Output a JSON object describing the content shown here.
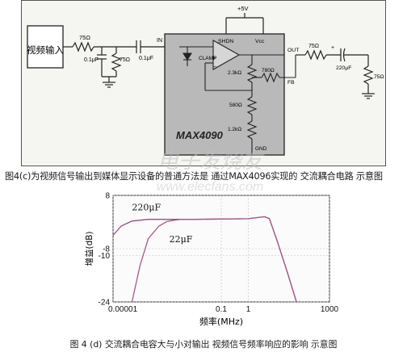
{
  "circuit": {
    "source_label": "视频输入",
    "r_in": "75Ω",
    "c_in": "0.1μF",
    "r_shunt": "75Ω",
    "c_couple": "0.1μF",
    "pin_in": "IN",
    "pin_shdn": "SHDN",
    "pin_vcc": "Vcc",
    "supply": "+5V",
    "pin_clamp": "CLAMP",
    "r1": "2.3kΩ",
    "r2": "580Ω",
    "r3": "1.2kΩ",
    "r_fb": "780Ω",
    "pin_out": "OUT",
    "pin_fb": "FB",
    "pin_gnd": "GND",
    "chip": "MAX4090",
    "r_out": "75Ω",
    "c_out": "220μF",
    "r_load": "75Ω"
  },
  "captions": {
    "fig_c": "图4(c)为视频信号输出到媒体显示设备的普通方法是 通过MAX4096实现的 交流耦合电路 示意图",
    "fig_d": "图 4 (d) 交流耦合电容大与小对输出 视频信号频率响应的影响 示意图"
  },
  "watermark": {
    "cn": "电子发烧友",
    "url": "www.elecfans.com"
  },
  "chart_data": {
    "type": "line",
    "xlabel": "频率(MHz)",
    "ylabel": "增益(dB)",
    "xscale": "log",
    "xlim": [
      1e-05,
      1000
    ],
    "ylim": [
      -24,
      8
    ],
    "x_ticks": [
      {
        "value": 1e-05,
        "label": "0.00001"
      },
      {
        "value": 0.1,
        "label": "0.1"
      },
      {
        "value": 1,
        "label": "1"
      },
      {
        "value": 1000,
        "label": "1000"
      }
    ],
    "y_ticks": [
      {
        "value": 8,
        "label": "8"
      },
      {
        "value": -8,
        "label": "-8"
      },
      {
        "value": -10,
        "label": "-10"
      },
      {
        "value": -24,
        "label": "-24"
      }
    ],
    "series": [
      {
        "name": "220μF",
        "color": "#9a4c7e",
        "points": [
          [
            1e-05,
            -4
          ],
          [
            2e-05,
            -1.2
          ],
          [
            5e-05,
            0.3
          ],
          [
            0.0002,
            0.8
          ],
          [
            0.01,
            0.8
          ],
          [
            1,
            1.0
          ],
          [
            4,
            1.6
          ],
          [
            6,
            1.0
          ],
          [
            12,
            -6
          ],
          [
            30,
            -16
          ],
          [
            60,
            -24
          ]
        ]
      },
      {
        "name": "22μF",
        "color": "#a35a88",
        "points": [
          [
            5e-05,
            -24
          ],
          [
            0.0001,
            -13
          ],
          [
            0.0002,
            -5
          ],
          [
            0.0005,
            -1.2
          ],
          [
            0.001,
            0.2
          ],
          [
            0.003,
            0.8
          ],
          [
            0.01,
            0.8
          ],
          [
            1,
            1.0
          ],
          [
            4,
            1.6
          ],
          [
            6,
            1.0
          ],
          [
            12,
            -6
          ],
          [
            30,
            -16
          ],
          [
            60,
            -24
          ]
        ]
      }
    ],
    "annotations": [
      {
        "text": "220μF",
        "x": 5e-05,
        "y": 3.5
      },
      {
        "text": "22μF",
        "x": 0.0012,
        "y": -6
      }
    ]
  }
}
